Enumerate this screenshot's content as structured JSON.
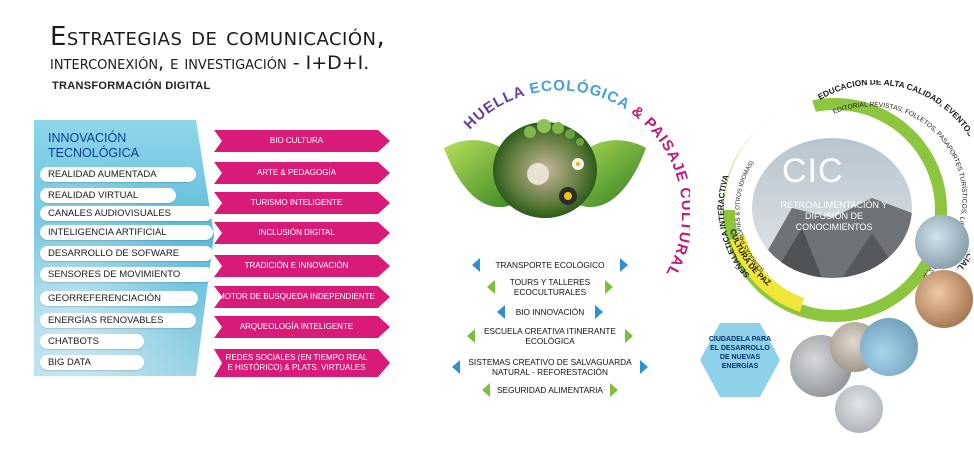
{
  "header": {
    "title_line1": "Estrategias de comunicación,",
    "title_line2": "interconexión, e investigación - I+D+I.",
    "subtitle": "TRANSFORMACIÓN DIGITAL"
  },
  "innovacion": {
    "title_line1": "INNOVACIÓN",
    "title_line2": "TECNOLÓGICA",
    "items": [
      "REALIDAD AUMENTADA",
      "REALIDAD VIRTUAL",
      "CANALES AUDIOVISUALES",
      "INTELIGENCIA ARTIFICIAL",
      "DESARROLLO DE SOFWARE",
      "SENSORES DE MOVIMIENTO",
      "GEORREFERENCIACIÓN",
      "ENERGÍAS RENOVABLES",
      "CHATBOTS",
      "BIG DATA"
    ]
  },
  "arrows": [
    {
      "line1": "BIO CULTURA",
      "line2": ""
    },
    {
      "line1": "ARTE & PEDAGOGÍA",
      "line2": ""
    },
    {
      "line1": "TURISMO INTELIGENTE",
      "line2": ""
    },
    {
      "line1": "INCLUSIÓN DIGITAL",
      "line2": ""
    },
    {
      "line1": "TRADICIÓN E INNOVACIÓN",
      "line2": ""
    },
    {
      "line1": "MOTOR DE BUSQUEDA INDEPENDIENTE",
      "line2": ""
    },
    {
      "line1": "ARQUEOLOGÍA INTELIGENTE",
      "line2": ""
    },
    {
      "line1": "REDES SOCIALES (EN TIEMPO REAL",
      "line2": "E HISTÓRICO) & PLATS. VIRTUALES"
    }
  ],
  "huella": {
    "title_part1": "HUELLA ",
    "title_part2": "ECOLÓGICA",
    "title_part3": " & PAISAJE CULTURAL",
    "items": [
      {
        "line1": "TRANSPORTE ECOLÓGICO",
        "line2": ""
      },
      {
        "line1": "TOURS Y TALLERES",
        "line2": "ECOCULTURALES"
      },
      {
        "line1": "BIO INNOVACIÓN",
        "line2": ""
      },
      {
        "line1": "ESCUELA CREATIVA ITINERANTE",
        "line2": "ECOLÓGICA"
      },
      {
        "line1": "SISTEMAS CREATIVO DE SALVAGUARDA",
        "line2": "NATURAL - REFORESTACIÓN"
      },
      {
        "line1": "SEGURIDAD ALIMENTARIA",
        "line2": ""
      }
    ]
  },
  "cic": {
    "title": "CIC",
    "subtitle": "RETROALIMENTACIÓN Y DIFUSIÓN DE CONOCIMIENTOS",
    "ring_green": "EDUCACIÓN DE ALTA CALIDAD, EVENTOS Y TALLERES DE IMPACTO SOCIAL",
    "ring_white_top": "EDITORIAL REVISTAS, FOLLETOS, PASAPORTES TURÍSTICOS, LIBROS, CARTILLAS, PUBLICACIONES WEB",
    "ring_white_left": "(LENGUAS PROPIAS & OTROS IDIOMAS)",
    "ring_left": "SEÑALETICA INTERACTIVA",
    "ring_bottom": "CULTURA DE PAZ",
    "hexagon": "CIUDADELA PARA EL DESARROLLO DE NUEVAS ENERGÍAS"
  },
  "colors": {
    "magenta": "#d81b78",
    "blue_panel": "#5bbbd9",
    "navy": "#0d3f8c",
    "green": "#8cc63f",
    "bracket_blue": "#2f8fd0",
    "bracket_green": "#7bbf3a"
  }
}
